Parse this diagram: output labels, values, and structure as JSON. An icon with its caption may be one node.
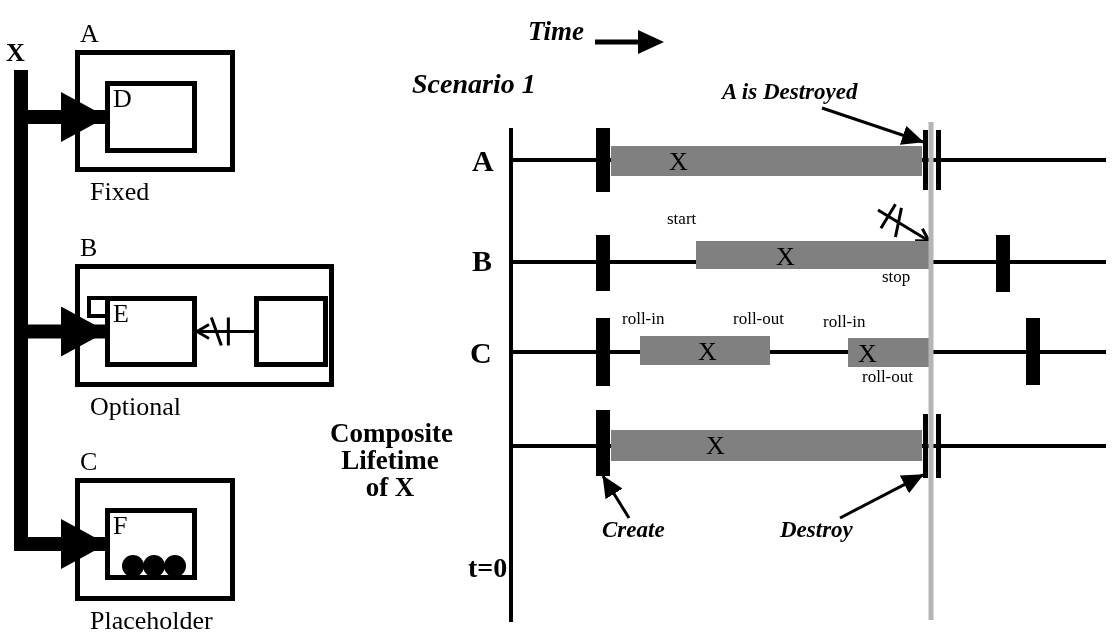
{
  "diagram": {
    "nodes": [
      {
        "text": [
          "A"
        ],
        "beside": [
          "Fixed"
        ]
      },
      {
        "text": [
          "D"
        ],
        "in": 0
      },
      {
        "text": [
          "B"
        ],
        "beside": [
          "Optional"
        ]
      },
      {
        "text": [
          "E"
        ],
        "in": 2
      },
      {
        "text": [],
        "shape": "box",
        "in": 2
      },
      {
        "text": [
          "C"
        ],
        "beside": [
          "Placeholder"
        ]
      },
      {
        "text": [
          "F"
        ],
        "in": 5
      },
      {
        "text": [
          "X"
        ]
      },
      {
        "text": [
          "A is Destroyed"
        ]
      },
      {
        "text": [],
        "shape": "bar"
      },
      {
        "text": [
          "X"
        ]
      },
      {
        "text": [
          "X"
        ],
        "beside": [
          "start",
          "stop"
        ]
      },
      {
        "text": [
          "X"
        ],
        "beside": [
          "roll-in",
          "roll-out"
        ]
      },
      {
        "text": [
          "X"
        ],
        "beside": [
          "roll-in",
          "roll-out"
        ]
      },
      {
        "text": [
          "X"
        ]
      },
      {
        "text": [
          "Create"
        ]
      },
      {
        "text": [],
        "shape": "bar"
      },
      {
        "text": [
          "Destroy"
        ]
      },
      {
        "text": [],
        "shape": "bar"
      }
    ],
    "edges": [
      {
        "from": 7,
        "to": 1,
        "arrow": "to",
        "style": "thick"
      },
      {
        "from": 7,
        "to": 3,
        "arrow": "to",
        "style": "thick"
      },
      {
        "from": 7,
        "to": 6,
        "arrow": "to",
        "style": "thick"
      },
      {
        "from": 4,
        "to": 3,
        "arrow": "to"
      },
      {
        "from": 8,
        "to": 9,
        "arrow": "to"
      },
      {
        "from": null,
        "to": 11,
        "arrow": "to"
      },
      {
        "from": 15,
        "to": 16,
        "arrow": "to"
      },
      {
        "from": 17,
        "to": 18,
        "arrow": "to"
      }
    ],
    "labels": [
      "Time",
      "Scenario 1",
      "A",
      "B",
      "C",
      "Composite Lifetime of X",
      "t=0"
    ]
  }
}
